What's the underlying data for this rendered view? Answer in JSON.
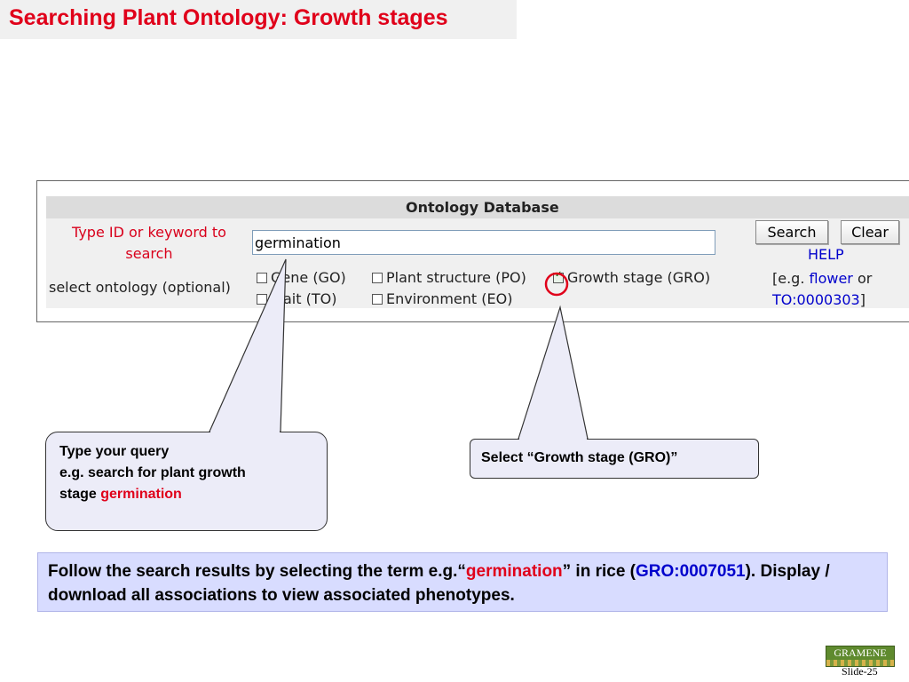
{
  "slide": {
    "title": "Searching Plant Ontology: Growth stages",
    "number": "Slide-25"
  },
  "form": {
    "header": "Ontology Database",
    "type_label": "Type ID or keyword to search",
    "search_value": "germination",
    "search_button": "Search",
    "clear_button": "Clear",
    "help_link": "HELP",
    "select_label": "select ontology (optional)",
    "options": [
      {
        "label": "Gene (GO)",
        "checked": false
      },
      {
        "label": "Plant structure (PO)",
        "checked": false
      },
      {
        "label": "Growth stage (GRO)",
        "checked": true
      },
      {
        "label": "Trait (TO)",
        "checked": false
      },
      {
        "label": "Environment (EO)",
        "checked": false
      }
    ],
    "example": {
      "prefix": "[e.g. ",
      "term": "flower",
      "middle": " or",
      "id": "TO:0000303",
      "suffix": "]"
    }
  },
  "callouts": {
    "query": {
      "line1": "Type your query",
      "line2": "e.g. search for plant growth",
      "line3_prefix": "stage ",
      "line3_term": "germination"
    },
    "select": {
      "text": "Select “Growth stage (GRO)”"
    }
  },
  "instructions": {
    "part1": "Follow the search results by selecting the term e.g.“",
    "term": "germination",
    "part2": "” in rice (",
    "id": "GRO:0007051",
    "part3": "). Display / download all associations to view associated phenotypes."
  },
  "logo": {
    "text": "GRAMENE"
  },
  "colors": {
    "title_red": "#e0001a",
    "link_blue": "#0000cc",
    "callout_fill": "#ececf8",
    "instructions_fill": "#d8dcff",
    "highlight_circle": "#e0001a"
  }
}
